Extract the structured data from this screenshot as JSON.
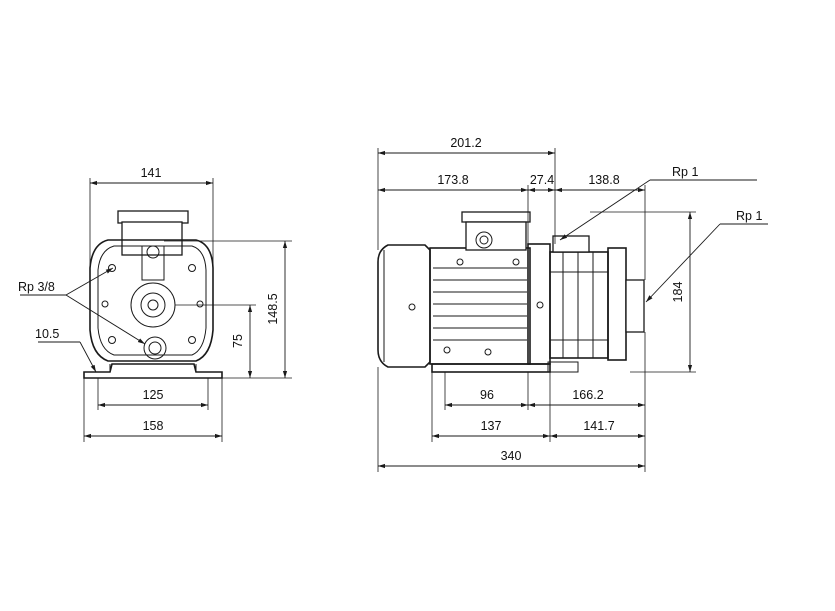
{
  "front_view": {
    "dim_width_top": "141",
    "dim_height_total": "148.5",
    "dim_shaft_height": "75",
    "dim_foot_holes": "125",
    "dim_base_width": "158",
    "dim_foot_thickness": "10.5",
    "label_drain_port": "Rp 3/8"
  },
  "side_view": {
    "dim_motor_total": "201.2",
    "dim_motor_body": "173.8",
    "dim_adapter": "27.4",
    "dim_pump_head": "138.8",
    "dim_height": "184",
    "dim_foot_span": "96",
    "dim_foot_to_end": "166.2",
    "dim_base_length": "137",
    "dim_base_to_end": "141.7",
    "dim_overall_length": "340",
    "label_inlet": "Rp 1",
    "label_outlet": "Rp 1"
  }
}
